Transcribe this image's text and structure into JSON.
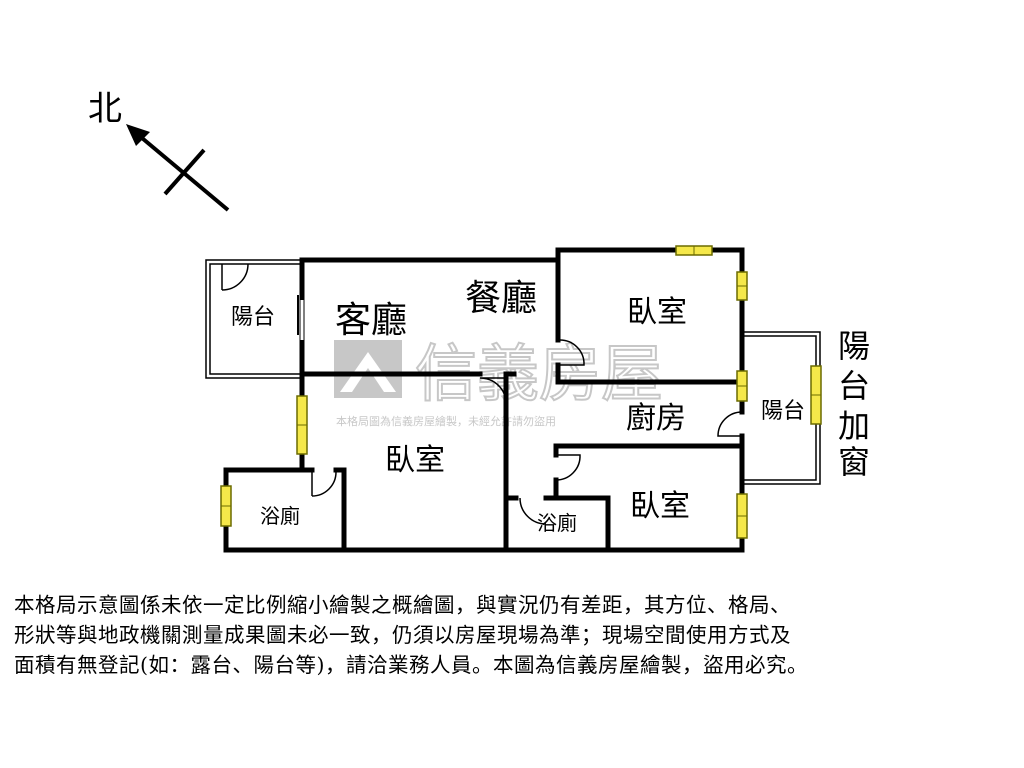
{
  "compass": {
    "north_label": "北"
  },
  "rooms": {
    "balcony_west": "陽台",
    "living_room": "客廳",
    "dining_room": "餐廳",
    "bedroom_ne": "臥室",
    "bedroom_center": "臥室",
    "bedroom_se": "臥室",
    "kitchen": "廚房",
    "balcony_east": "陽台",
    "bath_west": "浴廁",
    "bath_center": "浴廁"
  },
  "annotation_east": [
    "陽",
    "台",
    "加",
    "窗"
  ],
  "watermark": {
    "brand": "信義房屋",
    "notice": "本格局圖為信義房屋繪製，未經允許請勿盜用"
  },
  "disclaimer": {
    "lines": [
      "本格局示意圖係未依一定比例縮小繪製之概繪圖，與實況仍有差距，其方位、格局、",
      "形狀等與地政機關測量成果圖未必一致，仍須以房屋現場為準；現場空間使用方式及",
      "面積有無登記(如：露台、陽台等)，請洽業務人員。本圖為信義房屋繪製，盜用必究。"
    ]
  },
  "colors": {
    "wall": "#000000",
    "window_fill": "#f5e84a",
    "window_stroke": "#6b6b00",
    "watermark": "#9a9a9a"
  }
}
